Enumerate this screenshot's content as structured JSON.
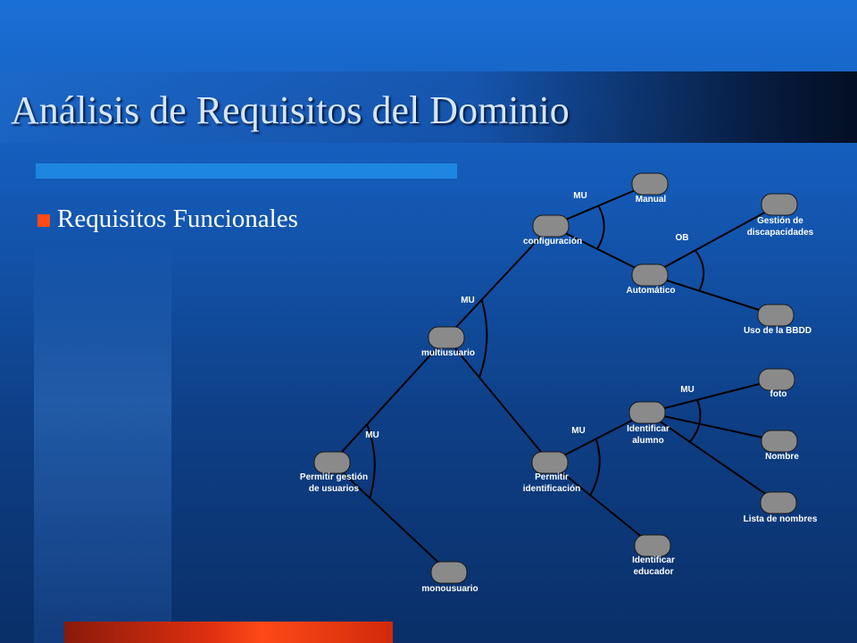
{
  "title": "Análisis de Requisitos del Dominio",
  "bullet": {
    "text": "Requisitos Funcionales"
  },
  "colors": {
    "accent": "#ff4a17",
    "underline": "#1d86e0",
    "node": "#8a8a8a"
  },
  "diagram": {
    "nodes": [
      {
        "id": "permitir-gestion",
        "label": [
          "Permitir gestión",
          "de usuarios"
        ]
      },
      {
        "id": "multiusuario",
        "label": [
          "multiusuario"
        ]
      },
      {
        "id": "monousuario",
        "label": [
          "monousuario"
        ]
      },
      {
        "id": "configuracion",
        "label": [
          "configuración"
        ]
      },
      {
        "id": "permitir-identificacion",
        "label": [
          "Permitir",
          "identificación"
        ]
      },
      {
        "id": "manual",
        "label": [
          "Manual"
        ]
      },
      {
        "id": "automatico",
        "label": [
          "Automático"
        ]
      },
      {
        "id": "gestion-discapacidades",
        "label": [
          "Gestión de",
          "discapacidades"
        ]
      },
      {
        "id": "uso-bbdd",
        "label": [
          "Uso de la BBDD"
        ]
      },
      {
        "id": "identificar-alumno",
        "label": [
          "Identificar",
          "alumno"
        ]
      },
      {
        "id": "identificar-educador",
        "label": [
          "Identificar",
          "educador"
        ]
      },
      {
        "id": "foto",
        "label": [
          "foto"
        ]
      },
      {
        "id": "nombre",
        "label": [
          "Nombre"
        ]
      },
      {
        "id": "lista-nombres",
        "label": [
          "Lista de nombres"
        ]
      }
    ],
    "edges": [
      {
        "from": "permitir-gestion",
        "to": "multiusuario"
      },
      {
        "from": "permitir-gestion",
        "to": "monousuario"
      },
      {
        "from": "multiusuario",
        "to": "configuracion"
      },
      {
        "from": "multiusuario",
        "to": "permitir-identificacion"
      },
      {
        "from": "configuracion",
        "to": "manual"
      },
      {
        "from": "configuracion",
        "to": "automatico"
      },
      {
        "from": "automatico",
        "to": "gestion-discapacidades"
      },
      {
        "from": "automatico",
        "to": "uso-bbdd"
      },
      {
        "from": "permitir-identificacion",
        "to": "identificar-alumno"
      },
      {
        "from": "permitir-identificacion",
        "to": "identificar-educador"
      },
      {
        "from": "identificar-alumno",
        "to": "foto"
      },
      {
        "from": "identificar-alumno",
        "to": "nombre"
      },
      {
        "from": "identificar-alumno",
        "to": "lista-nombres"
      }
    ],
    "relations": [
      {
        "parent": "permitir-gestion",
        "label": "MU"
      },
      {
        "parent": "multiusuario",
        "label": "MU"
      },
      {
        "parent": "configuracion",
        "label": "MU"
      },
      {
        "parent": "automatico",
        "label": "OB"
      },
      {
        "parent": "permitir-identificacion",
        "label": "MU"
      },
      {
        "parent": "identificar-alumno",
        "label": "MU"
      }
    ]
  }
}
